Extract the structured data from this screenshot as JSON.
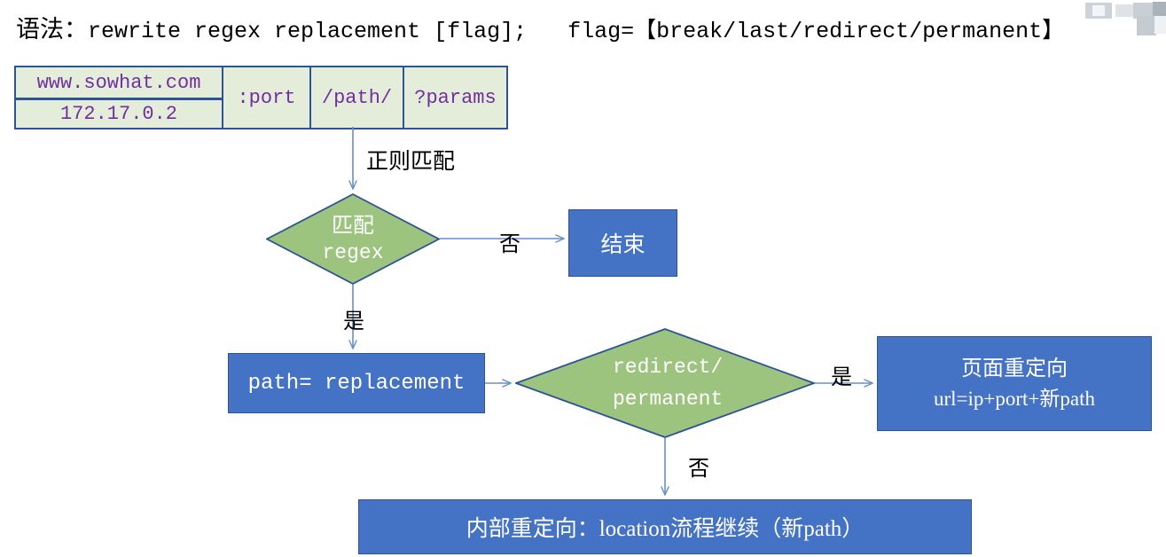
{
  "header": {
    "prefix": "语法：",
    "syntax": "rewrite regex replacement [flag];",
    "flag_label": "flag=",
    "flag_values": "【break/last/redirect/permanent】"
  },
  "url_strip": {
    "host": "www.sowhat.com",
    "ip": "172.17.0.2",
    "port": ":port",
    "path": "/path/",
    "params": "?params"
  },
  "nodes": {
    "match_decision": {
      "line1": "匹配",
      "line2": "regex"
    },
    "end": "结束",
    "path_assign": "path= replacement",
    "redirect_decision": {
      "line1": "redirect/",
      "line2": "permanent"
    },
    "page_redirect": {
      "line1": "页面重定向",
      "line2": "url=ip+port+新path"
    },
    "internal_redirect": "内部重定向：location流程继续（新path）"
  },
  "edges": {
    "regex_match": "正则匹配",
    "no_to_end": "否",
    "yes_to_path": "是",
    "yes_to_page_redirect": "是",
    "no_to_internal": "否"
  },
  "colors": {
    "blue_fill": "#4472C4",
    "blue_stroke": "#2E5496",
    "green_fill": "#9CC47F",
    "green_stroke": "#2E5496",
    "url_fill": "#E4EDD9",
    "url_text": "#7030A0",
    "connector": "#6A8EC9",
    "text_dark": "#000000",
    "text_light": "#FFFFFF"
  }
}
